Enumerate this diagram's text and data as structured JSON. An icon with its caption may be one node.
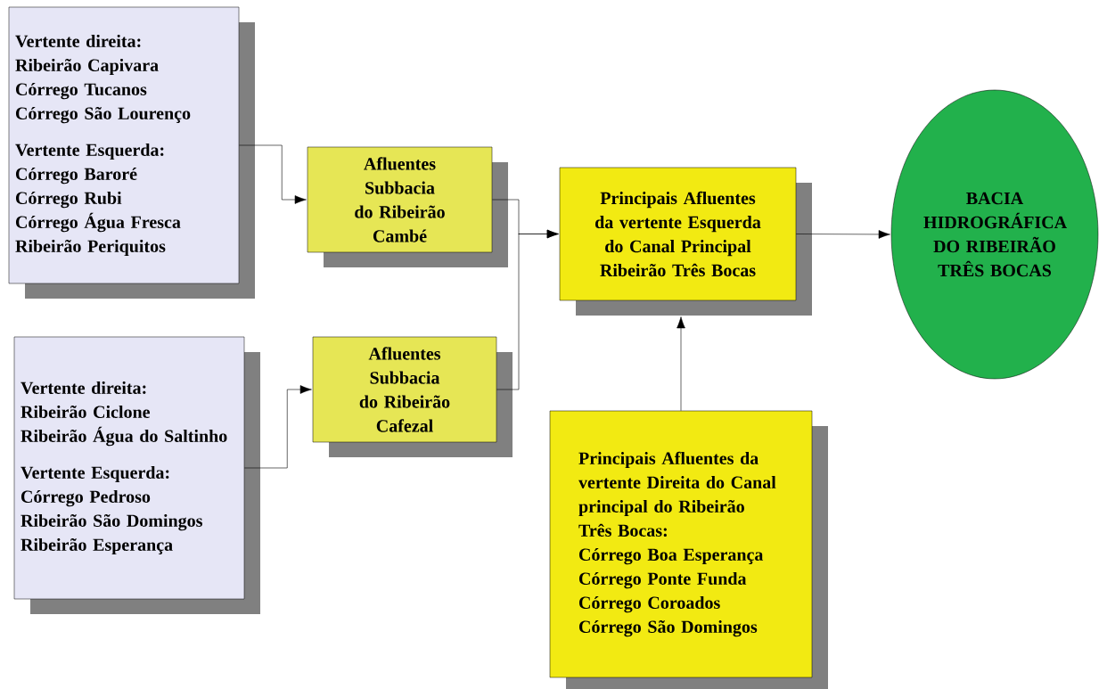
{
  "diagram": {
    "nodes": [
      {
        "text": [
          "Vertente direita:",
          "Ribeirão Capivara",
          "Córrego Tucanos",
          "Córrego São Lourenço",
          "Vertente Esquerda:",
          "Córrego Baroré",
          "Córrego Rubi",
          "Córrego Água Fresca",
          "Ribeirão Periquitos"
        ]
      },
      {
        "text": [
          "Afluentes Subbacia do Ribeirão Cambé"
        ]
      },
      {
        "text": [
          "Vertente direita:",
          "Ribeirão Ciclone",
          "Ribeirão Água do Saltinho",
          "Vertente Esquerda:",
          "Córrego Pedroso",
          "Ribeirão São Domingos",
          "Ribeirão Esperança"
        ]
      },
      {
        "text": [
          "Afluentes Subbacia do Ribeirão Cafezal"
        ]
      },
      {
        "text": [
          "Principais Afluentes da vertente Esquerda do Canal Principal Ribeirão Três Bocas"
        ]
      },
      {
        "text": [
          "BACIA HIDROGRÁFICA DO RIBEIRÃO TRÊS BOCAS"
        ]
      },
      {
        "text": [
          "Principais Afluentes da vertente Direita do Canal principal do Ribeirão Três Bocas:",
          "Córrego Boa Esperança",
          "Córrego Ponte Funda",
          "Córrego Coroados",
          "Córrego São Domingos"
        ]
      }
    ],
    "edges": [
      {
        "from": 0,
        "to": 1,
        "arrow": "to"
      },
      {
        "from": 2,
        "to": 3,
        "arrow": "to"
      },
      {
        "from": 1,
        "to": 4,
        "arrow": "to"
      },
      {
        "from": 3,
        "to": 4,
        "arrow": "to"
      },
      {
        "from": 4,
        "to": 5,
        "arrow": "to"
      },
      {
        "from": 6,
        "to": 4,
        "arrow": "to"
      }
    ]
  }
}
